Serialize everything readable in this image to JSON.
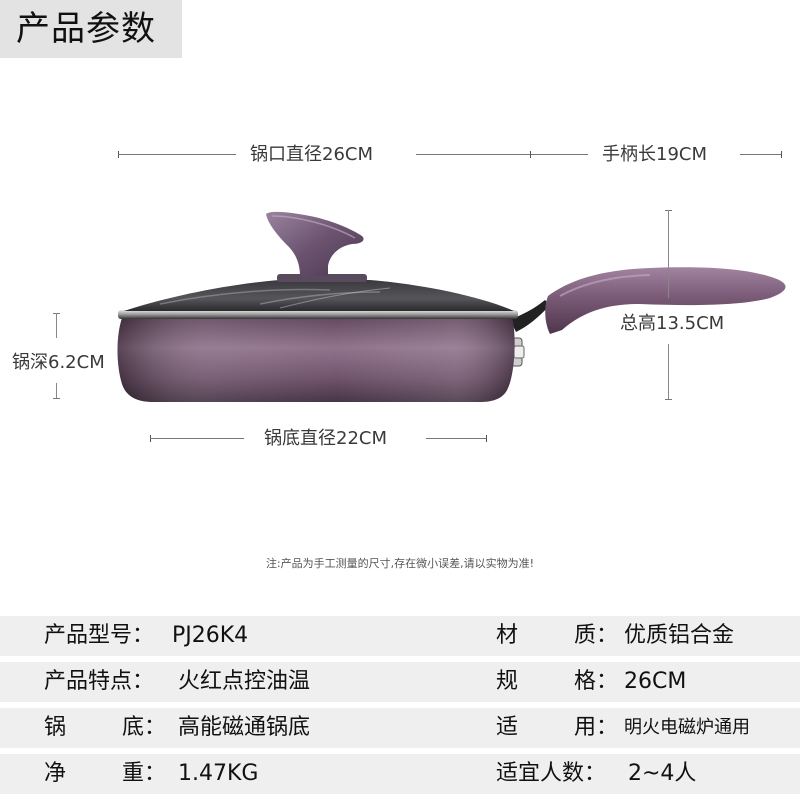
{
  "header": {
    "title": "产品参数"
  },
  "dimensions": {
    "rim_diameter": "锅口直径26CM",
    "handle_length": "手柄长19CM",
    "depth": "锅深6.2CM",
    "total_height": "总高13.5CM",
    "base_diameter": "锅底直径22CM"
  },
  "product_image": {
    "description": "purple frying pan with glass lid and purple handle",
    "body_color": "#6e5068",
    "handle_color": "#7a5a74"
  },
  "note": "注:产品为手工测量的尺寸,存在微小误差,请以实物为准!",
  "specs": {
    "rows": [
      {
        "left": {
          "key": "产品型号：",
          "value": "PJ26K4"
        },
        "right": {
          "key_a": "材",
          "key_b": "质：",
          "value": "优质铝合金"
        }
      },
      {
        "left": {
          "key": "产品特点：",
          "value": "火红点控油温"
        },
        "right": {
          "key_a": "规",
          "key_b": "格：",
          "value": "26CM"
        }
      },
      {
        "left": {
          "key_a": "锅",
          "key_b": "底：",
          "value": "高能磁通锅底"
        },
        "right": {
          "key_a": "适",
          "key_b": "用：",
          "value": "明火电磁炉通用"
        }
      },
      {
        "left": {
          "key_a": "净",
          "key_b": "重：",
          "value": "1.47KG"
        },
        "right": {
          "key": "适宜人数：",
          "value": "2~4人"
        }
      }
    ]
  },
  "colors": {
    "header_bg": "#e3e3e3",
    "row_bg": "#efefef",
    "dim_line": "#777777"
  }
}
